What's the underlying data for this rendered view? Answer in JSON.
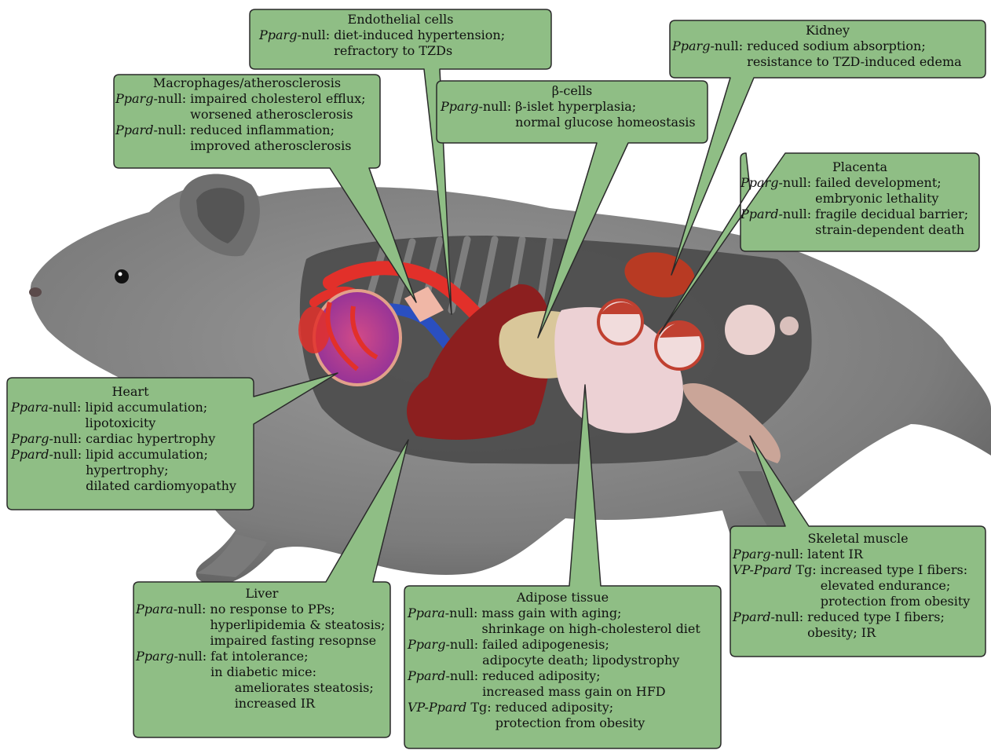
{
  "colors": {
    "box_fill": "#8fbe85",
    "box_stroke": "#2a2a2a",
    "mouse_fur": "#8a8a8a",
    "body_cavity": "#4a4a4a",
    "artery_red": "#e2302a",
    "vein_blue": "#2a4fc0",
    "heart": "#b03aa0",
    "liver": "#8c1f1f",
    "pancreas": "#d9c79a",
    "adipose": "#ecd1d4",
    "kidney": "#b83a23",
    "placenta": "#e9d2d0",
    "muscle": "#caa598"
  },
  "boxes": {
    "endothelial": {
      "title": "Endothelial cells",
      "entries": [
        {
          "gene": "Pparg",
          "label": "-null: ",
          "lines": [
            "diet-induced hypertension;",
            "refractory to TZDs"
          ]
        }
      ]
    },
    "kidney": {
      "title": "Kidney",
      "entries": [
        {
          "gene": "Pparg",
          "label": "-null: ",
          "lines": [
            "reduced sodium absorption;",
            "resistance to TZD-induced edema"
          ]
        }
      ]
    },
    "macrophages": {
      "title": "Macrophages/atherosclerosis",
      "entries": [
        {
          "gene": "Pparg",
          "label": "-null: ",
          "lines": [
            "impaired cholesterol efflux;",
            "worsened atherosclerosis"
          ]
        },
        {
          "gene": "Ppard",
          "label": "-null: ",
          "lines": [
            "reduced inflammation;",
            "improved atherosclerosis"
          ]
        }
      ]
    },
    "beta": {
      "title": "β-cells",
      "entries": [
        {
          "gene": "Pparg",
          "label": "-null: ",
          "lines": [
            "β-islet hyperplasia;",
            "normal glucose homeostasis"
          ]
        }
      ]
    },
    "placenta": {
      "title": "Placenta",
      "entries": [
        {
          "gene": "Pparg",
          "label": "-null: ",
          "lines": [
            "failed development;",
            "embryonic lethality"
          ]
        },
        {
          "gene": "Ppard",
          "label": "-null: ",
          "lines": [
            "fragile decidual barrier;",
            "strain-dependent death"
          ]
        }
      ]
    },
    "heart": {
      "title": "Heart",
      "entries": [
        {
          "gene": "Ppara",
          "label": "-null: ",
          "lines": [
            "lipid accumulation;",
            "lipotoxicity"
          ]
        },
        {
          "gene": "Pparg",
          "label": "-null: ",
          "lines": [
            "cardiac hypertrophy"
          ]
        },
        {
          "gene": "Ppard",
          "label": "-null: ",
          "lines": [
            "lipid accumulation;",
            "hypertrophy;",
            "dilated cardiomyopathy"
          ]
        }
      ]
    },
    "skeletal": {
      "title": "Skeletal muscle",
      "entries": [
        {
          "gene": "Pparg",
          "label": "-null: ",
          "lines": [
            "latent IR"
          ]
        },
        {
          "gene": "VP-Ppard",
          "label": " Tg: ",
          "lines": [
            "increased type I fibers:",
            "elevated endurance;",
            "protection from obesity"
          ]
        },
        {
          "gene": "Ppard",
          "label": "-null: ",
          "lines": [
            "reduced type I fibers;",
            "obesity; IR"
          ]
        }
      ]
    },
    "liver": {
      "title": "Liver",
      "entries": [
        {
          "gene": "Ppara",
          "label": "-null: ",
          "lines": [
            "no response to PPs;",
            "hyperlipidemia & steatosis;",
            "impaired fasting resopnse"
          ]
        },
        {
          "gene": "Pparg",
          "label": "-null: ",
          "lines": [
            "fat intolerance;",
            "in diabetic mice:",
            "      ameliorates steatosis;",
            "      increased IR"
          ]
        }
      ]
    },
    "adipose": {
      "title": "Adipose tissue",
      "entries": [
        {
          "gene": "Ppara",
          "label": "-null: ",
          "lines": [
            "mass gain with aging;",
            "shrinkage on high-cholesterol diet"
          ]
        },
        {
          "gene": "Pparg",
          "label": "-null: ",
          "lines": [
            "failed adipogenesis;",
            "adipocyte death; lipodystrophy"
          ]
        },
        {
          "gene": "Ppard",
          "label": "-null: ",
          "lines": [
            "reduced adiposity;",
            "increased mass gain on HFD"
          ]
        },
        {
          "gene": "VP-Ppard",
          "label": " Tg: ",
          "lines": [
            "reduced adiposity;",
            "protection from obesity"
          ]
        }
      ]
    }
  }
}
